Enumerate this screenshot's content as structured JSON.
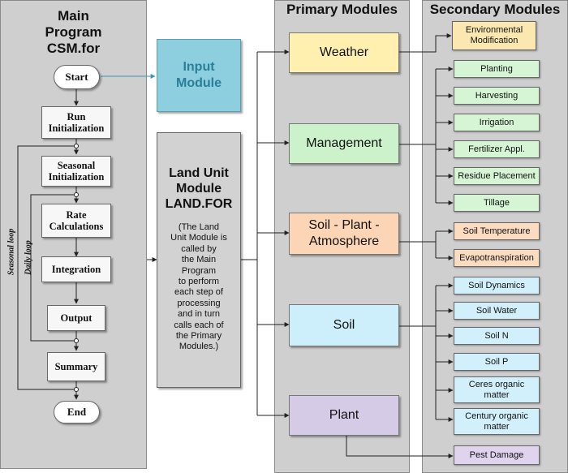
{
  "main_program": {
    "title_lines": [
      "Main",
      "Program",
      "CSM.for"
    ],
    "start": "Start",
    "steps": {
      "run_init": [
        "Run",
        "Initialization"
      ],
      "seasonal_init": [
        "Seasonal",
        "Initialization"
      ],
      "rate_calc": [
        "Rate",
        "Calculations"
      ],
      "integration": "Integration",
      "output": "Output",
      "summary": "Summary"
    },
    "end": "End",
    "seasonal_loop": "Seasonal loop",
    "daily_loop": "Daily loop"
  },
  "input_module": {
    "lines": [
      "Input",
      "Module"
    ]
  },
  "land_unit": {
    "title_lines": [
      "Land Unit",
      "Module",
      "LAND.FOR"
    ],
    "description_lines": [
      "(The Land",
      "Unit Module is",
      "called by",
      "the Main",
      "Program",
      "to perform",
      "each step of",
      "processing",
      "and in turn",
      "calls each of",
      "the Primary",
      "Modules.)"
    ]
  },
  "primary": {
    "title": "Primary Modules",
    "weather": "Weather",
    "management": "Management",
    "spa": [
      "Soil - Plant -",
      "Atmosphere"
    ],
    "soil": "Soil",
    "plant": "Plant"
  },
  "secondary": {
    "title": "Secondary Modules",
    "env_mod": [
      "Environmental",
      "Modification"
    ],
    "planting": "Planting",
    "harvesting": "Harvesting",
    "irrigation": "Irrigation",
    "fertilizer": "Fertilizer Appl.",
    "residue": "Residue Placement",
    "tillage": "Tillage",
    "soil_temp": "Soil Temperature",
    "evapo": "Evapotranspiration",
    "soil_dyn": "Soil Dynamics",
    "soil_water": "Soil Water",
    "soil_n": "Soil N",
    "soil_p": "Soil P",
    "ceres": [
      "Ceres organic",
      "matter"
    ],
    "century": [
      "Century organic",
      "matter"
    ],
    "pest": "Pest Damage"
  },
  "colors": {
    "input": "#8ecfdf",
    "weather": "#fff0b0",
    "management": "#ccf2cc",
    "spa": "#fbd5b5",
    "soil": "#cdeffc",
    "plant": "#d6cbe6",
    "env": "#fbe8b0",
    "mgmt_sec": "#d5f5d5",
    "spa_sec": "#fcdcc0",
    "soil_sec": "#d2f0fb",
    "pest": "#dfd3ee"
  }
}
